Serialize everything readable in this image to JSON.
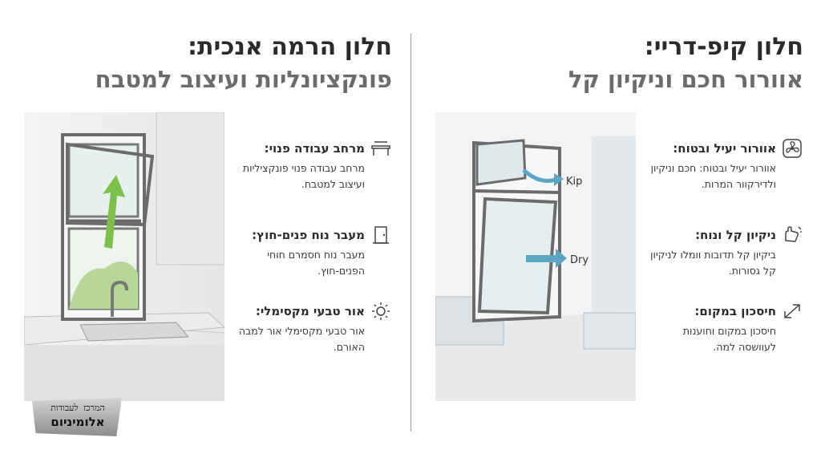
{
  "left": {
    "title": "חלון הרמה אנכית:",
    "subtitle": "פונקציונליות ועיצוב למטבח",
    "features": [
      {
        "icon": "counter-icon",
        "title": "מרחב עבודה פנוי:",
        "desc": "מרחב עבודה פנוי פונקציליות ועיצוב למטבח."
      },
      {
        "icon": "door-icon",
        "title": "מעבר נוח פנים-חוץ:",
        "desc": "מעבר נוח חסמרם חוחי הפנים-חוץ."
      },
      {
        "icon": "sun-icon",
        "title": "אור טבעי מקסימלי:",
        "desc": "אור טבעי מקסימלי אור למבה האורם."
      }
    ]
  },
  "right": {
    "title": "חלון קיפ-דריי:",
    "subtitle": "אוורור חכם וניקיון קל",
    "features": [
      {
        "icon": "fan-icon",
        "title": "אוורור יעיל ובטוח:",
        "desc": "אוורור יעיל ובטוח: חכם וניקיון ולדירקוור המרות."
      },
      {
        "icon": "cleaning-hand-icon",
        "title": "ניקיון קל ונוח:",
        "desc": "ביקיון קל תדובות וומלו לניקיון קל גסורות."
      },
      {
        "icon": "expand-icon",
        "title": "חיסכון במקום:",
        "desc": "חיסכון במקום וחוענות לעוושסה למה."
      }
    ],
    "labels": {
      "kip": "Kip",
      "dry": "Dry"
    }
  },
  "logo": {
    "line1": "המרכז לעבודות",
    "line2": "אלומיניום"
  },
  "colors": {
    "accent_green": "#7cc04a",
    "accent_blue": "#5aa6c4",
    "title": "#2b2b2b",
    "subtitle": "#6b6b6b"
  }
}
